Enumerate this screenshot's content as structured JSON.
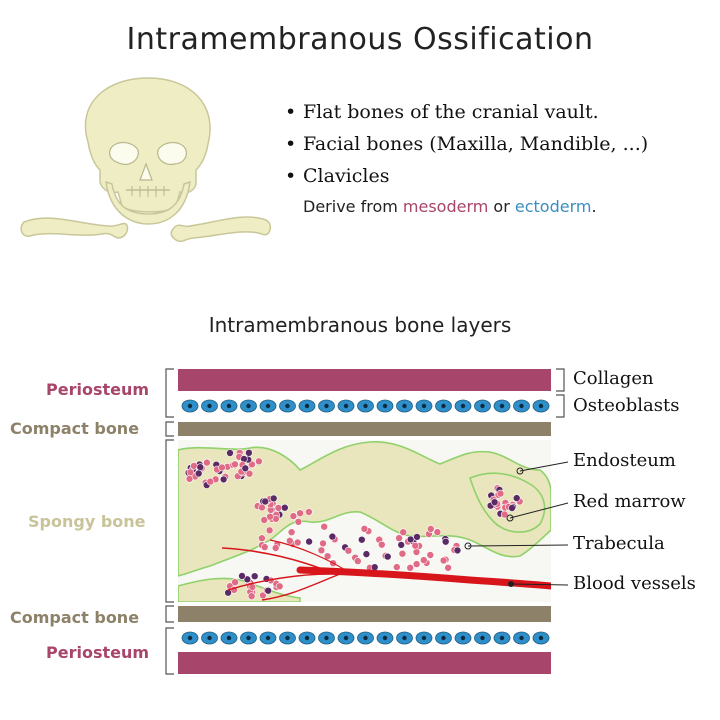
{
  "title": "Intramembranous Ossification",
  "bullets": [
    "Flat bones of the cranial vault.",
    "Facial bones (Maxilla, Mandible, ...)",
    "Clavicles"
  ],
  "derive": {
    "prefix": "Derive from ",
    "mesoderm": "mesoderm",
    "middle": " or ",
    "ectoderm": "ectoderm",
    "suffix": "."
  },
  "subtitle": "Intramembranous bone layers",
  "left_labels": {
    "periosteum_top": "Periosteum",
    "compact_top": "Compact bone",
    "spongy": "Spongy bone",
    "compact_bottom": "Compact bone",
    "periosteum_bottom": "Periosteum"
  },
  "right_labels": {
    "collagen": "Collagen",
    "osteoblasts": "Osteoblasts",
    "endosteum": "Endosteum",
    "red_marrow": "Red marrow",
    "trabecula": "Trabecula",
    "blood_vessels": "Blood vessels"
  },
  "colors": {
    "periosteum": "#a8456a",
    "compact": "#a59a78",
    "spongy": "#c9c39a",
    "osteoblast": "#2f8fc9",
    "bone": "#ecebc6",
    "blood": "#d7151b",
    "marrow_red": "#e06b86",
    "marrow_purple": "#5a2a66",
    "endosteum": "#8fd16a"
  }
}
